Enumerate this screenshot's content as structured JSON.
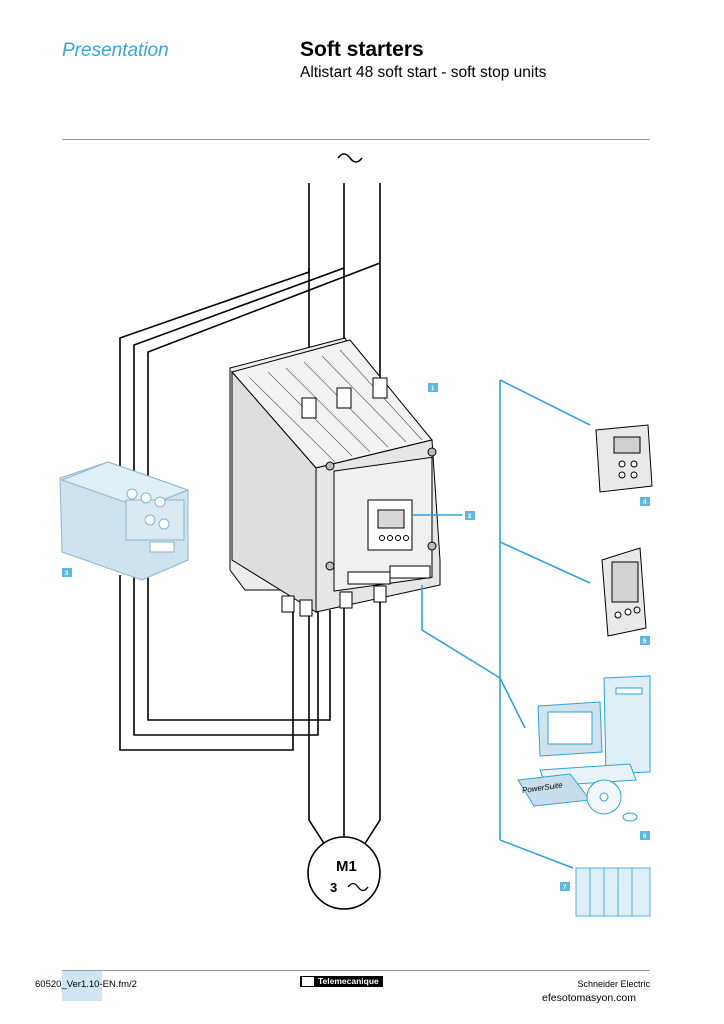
{
  "header": {
    "section": "Presentation",
    "title": "Soft starters",
    "subtitle": "Altistart 48 soft start - soft stop units"
  },
  "diagram": {
    "supply_symbol": "~",
    "motor_label": "M1",
    "motor_phase": "3",
    "motor_symbol": "~",
    "software_box_text": "PowerSuite",
    "callouts": [
      "1",
      "2",
      "3",
      "4",
      "5",
      "6",
      "7"
    ],
    "colors": {
      "link": "#2ea3db",
      "callout_bg": "#5fb8e0",
      "component_fill": "#cfe3ee",
      "device_fill": "#e9e9e9",
      "line": "#000000"
    },
    "icons": [
      "ac-supply-symbol",
      "soft-starter",
      "contactor",
      "remote-terminal",
      "pocket-pc",
      "pc-workstation",
      "plc"
    ]
  },
  "footer": {
    "file_ref": "60520_Ver1.10-EN.fm/2",
    "brand_logo": "Telemecanique",
    "company": "Schneider Electric",
    "website": "efesotomasyon.com"
  }
}
